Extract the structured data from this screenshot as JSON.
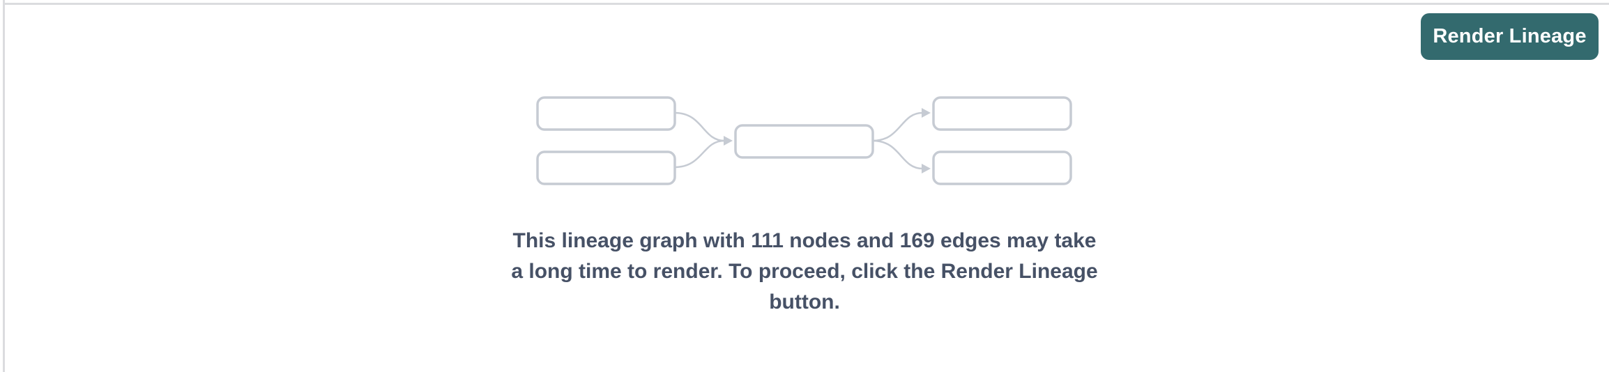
{
  "theme": {
    "accent-teal": "#336A6E",
    "button-text": "#FFFFFF",
    "placeholder-gray": "#C6CBD3",
    "message-text": "#465166",
    "divider-gray": "#DBDCDF"
  },
  "panel": {
    "render_button": {
      "label": "Render Lineage"
    },
    "placeholder_graphic": {
      "icon": "lineage-graph-icon",
      "node_boxes": 5,
      "edges": 4
    },
    "warning": {
      "message": "This lineage graph with 111 nodes and 169 edges may take a long time to render. To proceed, click the Render Lineage button.",
      "message_lines": [
        "This lineage graph with 111 nodes and 169 edges may take",
        "a long time to render. To proceed, click the Render Lineage",
        "button."
      ],
      "node_count": "111",
      "edge_count": "169"
    }
  }
}
